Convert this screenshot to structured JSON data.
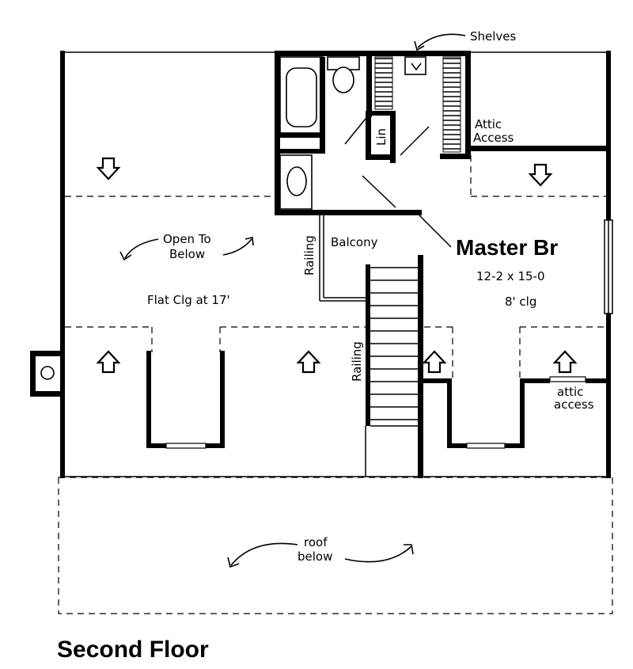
{
  "plan": {
    "title": "Second Floor",
    "room": {
      "name": "Master Br",
      "dimensions": "12-2 x 15-0",
      "ceiling": "8' clg"
    },
    "labels": {
      "shelves": "Shelves",
      "attic_access_top_1": "Attic",
      "attic_access_top_2": "Access",
      "linen": "Lin",
      "open_to_below_1": "Open To",
      "open_to_below_2": "Below",
      "balcony": "Balcony",
      "railing_balcony": "Railing",
      "railing_stair": "Railing",
      "flat_ceiling": "Flat Clg at 17'",
      "attic_access_bottom_1": "attic",
      "attic_access_bottom_2": "access",
      "roof_below_1": "roof",
      "roof_below_2": "below"
    },
    "colors": {
      "ink": "#000000",
      "paper": "#ffffff"
    }
  }
}
